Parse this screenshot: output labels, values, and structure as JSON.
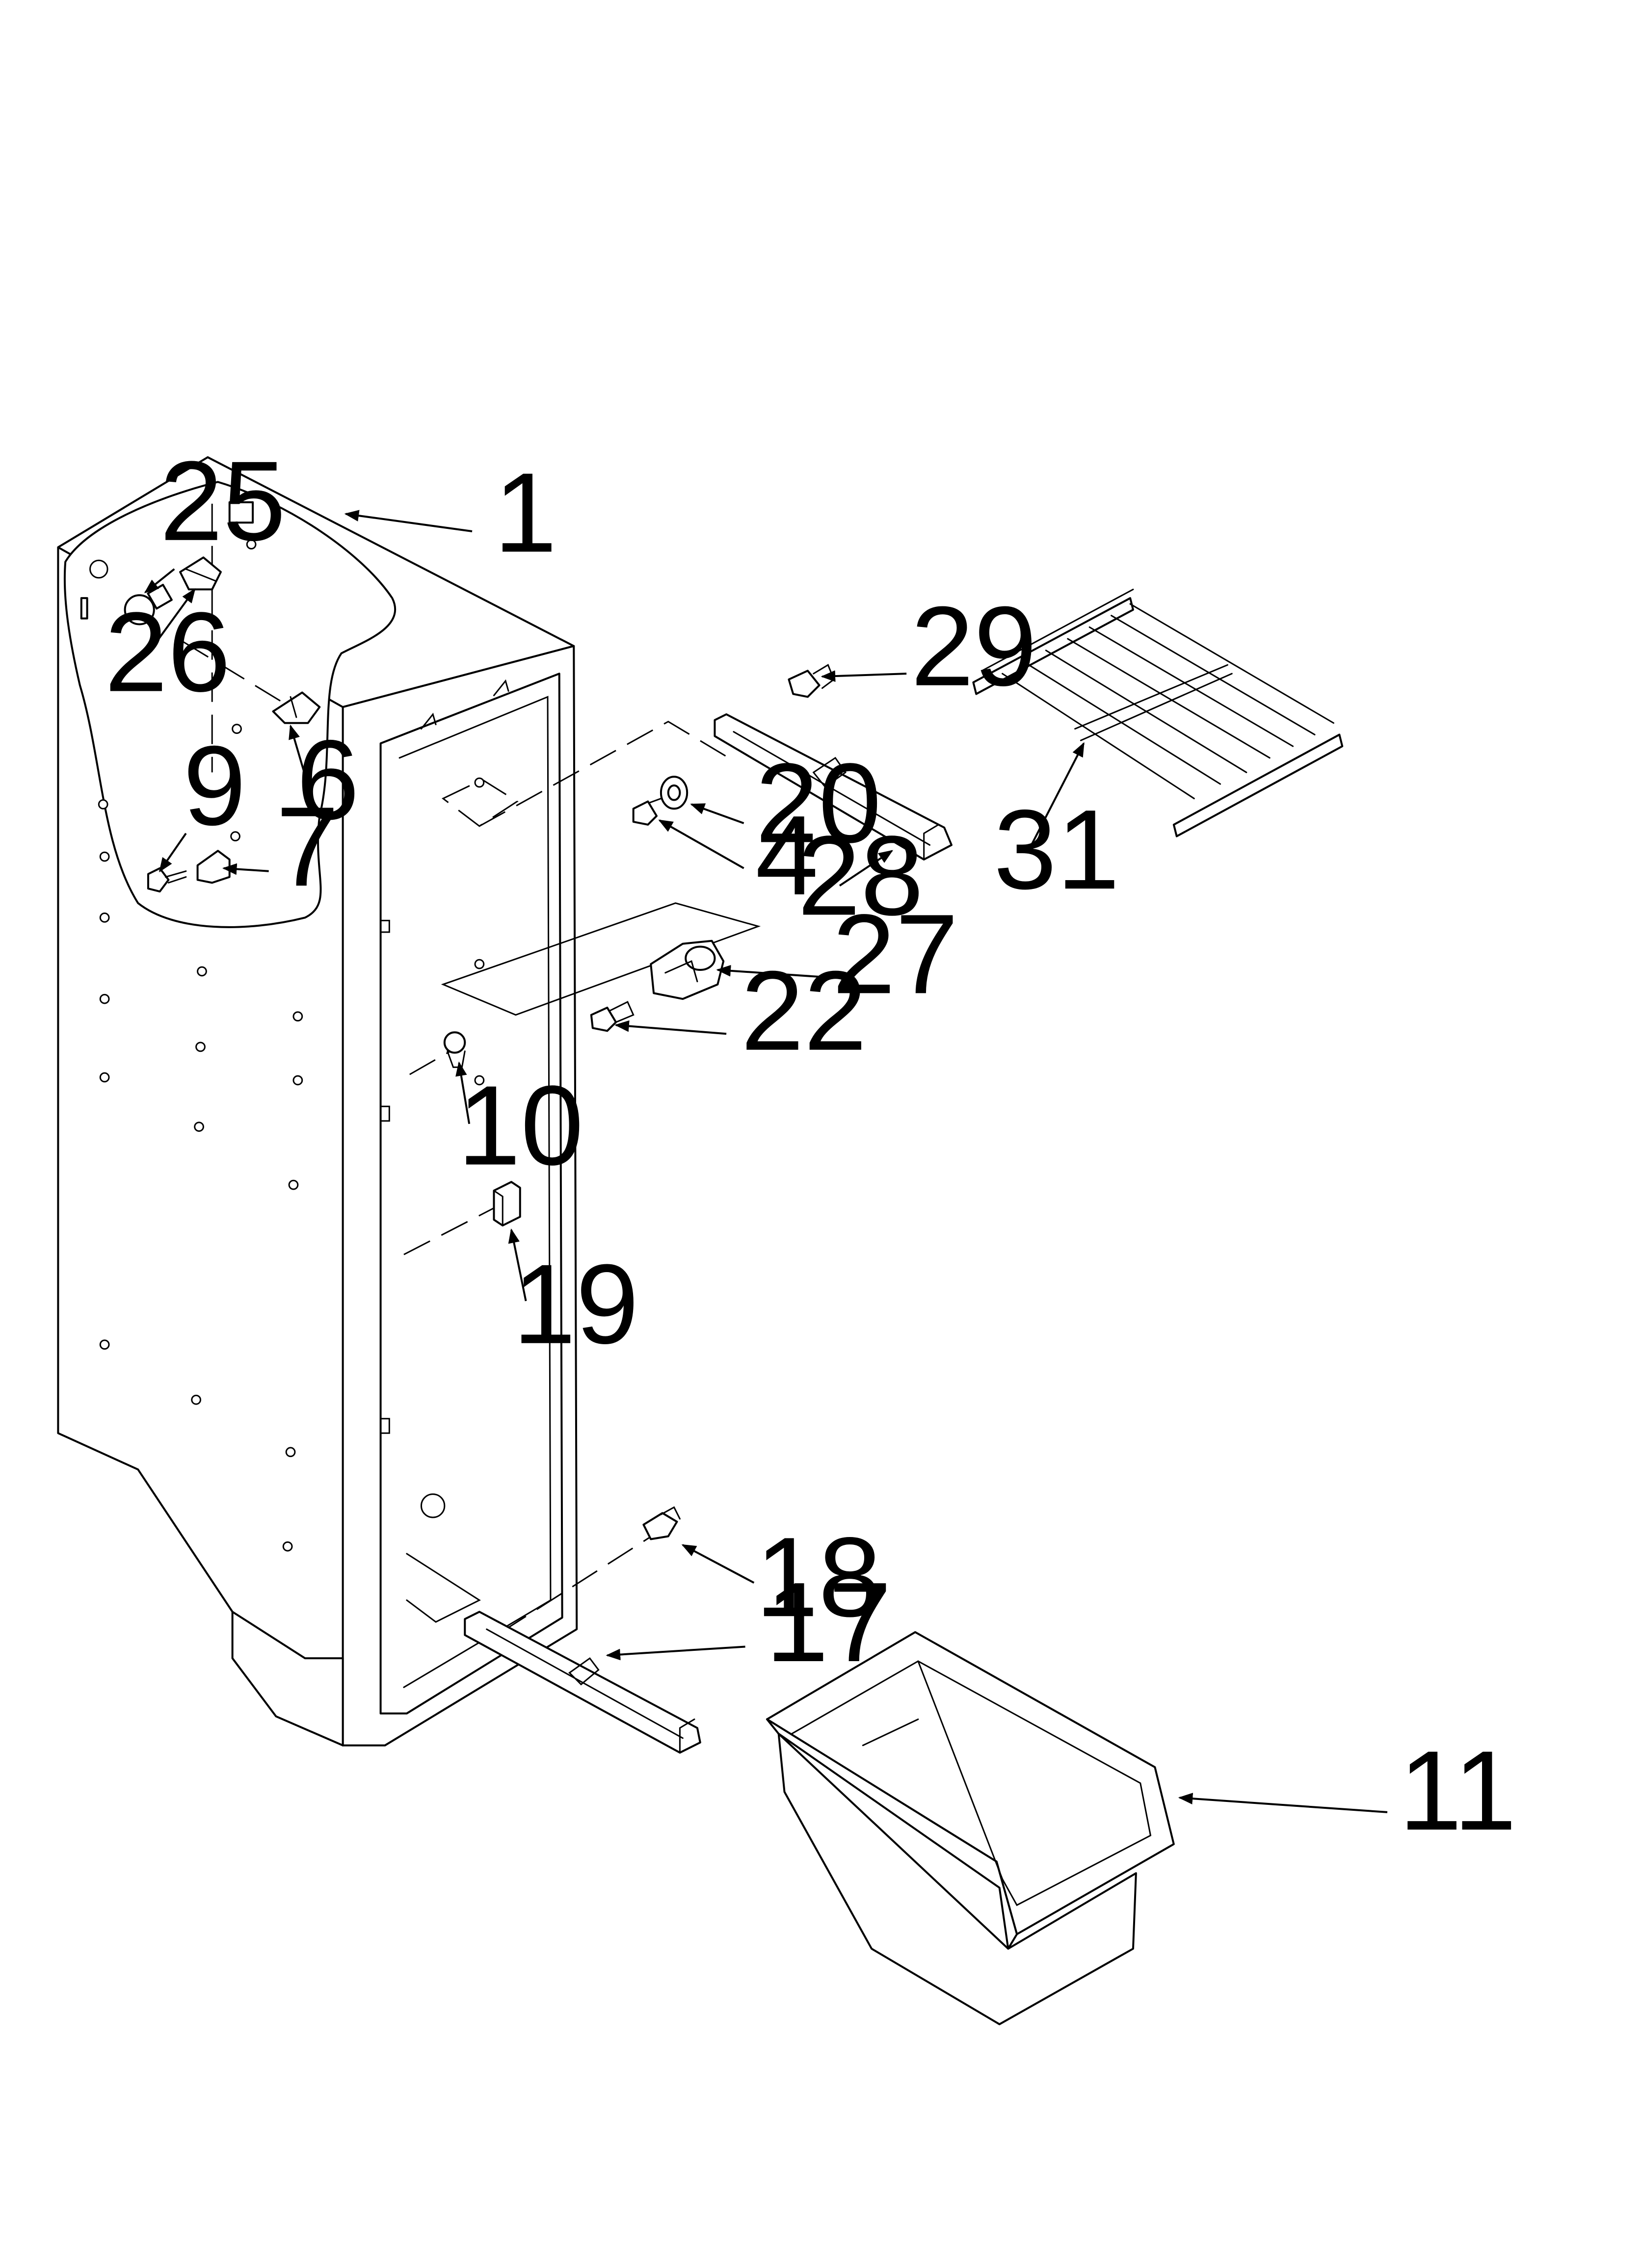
{
  "callouts": [
    {
      "id": "c1",
      "label": "1"
    },
    {
      "id": "c25",
      "label": "25"
    },
    {
      "id": "c26",
      "label": "26"
    },
    {
      "id": "c6",
      "label": "6"
    },
    {
      "id": "c9",
      "label": "9"
    },
    {
      "id": "c7",
      "label": "7"
    },
    {
      "id": "c29",
      "label": "29"
    },
    {
      "id": "c31",
      "label": "31"
    },
    {
      "id": "c20",
      "label": "20"
    },
    {
      "id": "c4",
      "label": "4"
    },
    {
      "id": "c28",
      "label": "28"
    },
    {
      "id": "c27",
      "label": "27"
    },
    {
      "id": "c22",
      "label": "22"
    },
    {
      "id": "c10",
      "label": "10"
    },
    {
      "id": "c19",
      "label": "19"
    },
    {
      "id": "c18",
      "label": "18"
    },
    {
      "id": "c17",
      "label": "17"
    },
    {
      "id": "c11",
      "label": "11"
    }
  ]
}
